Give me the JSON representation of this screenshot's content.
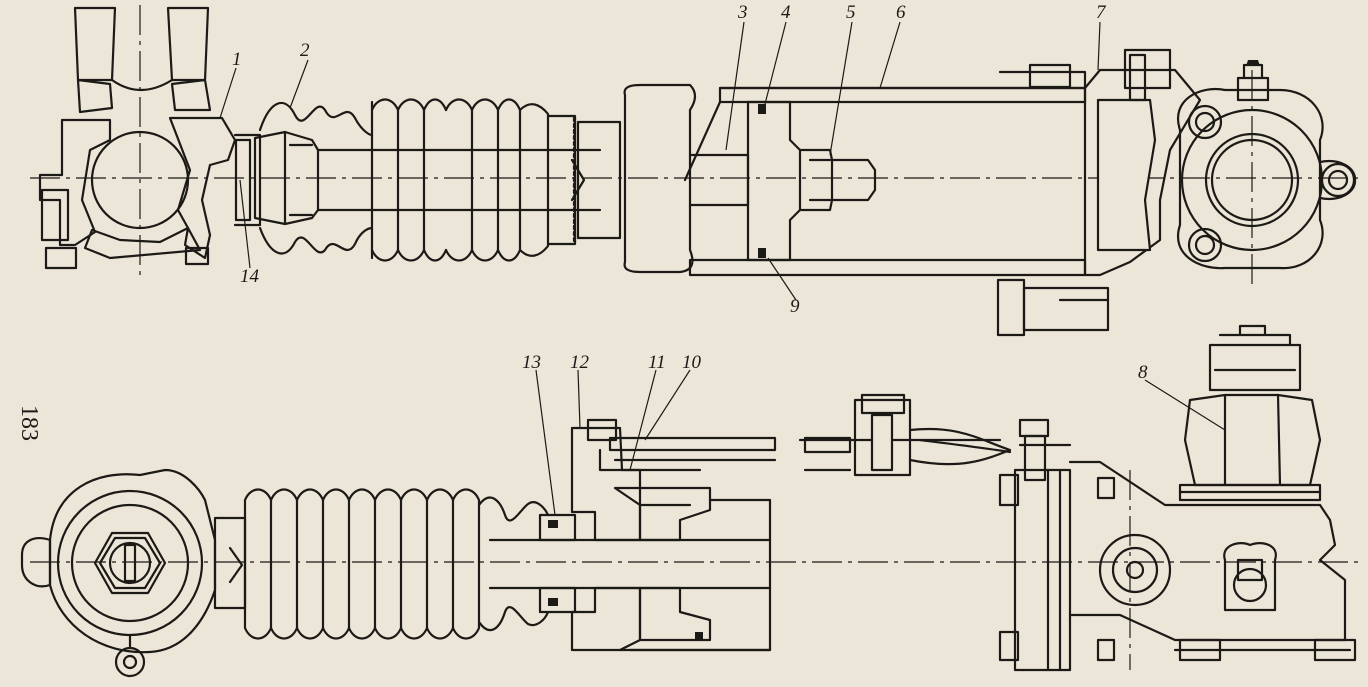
{
  "page_number": "183",
  "callouts": {
    "c1": "1",
    "c2": "2",
    "c3": "3",
    "c4": "4",
    "c5": "5",
    "c6": "6",
    "c7": "7",
    "c8": "8",
    "c9": "9",
    "c10": "10",
    "c11": "11",
    "c12": "12",
    "c13": "13",
    "c14": "14"
  },
  "colors": {
    "paper": "#ece6d8",
    "ink": "#1c1a17"
  }
}
